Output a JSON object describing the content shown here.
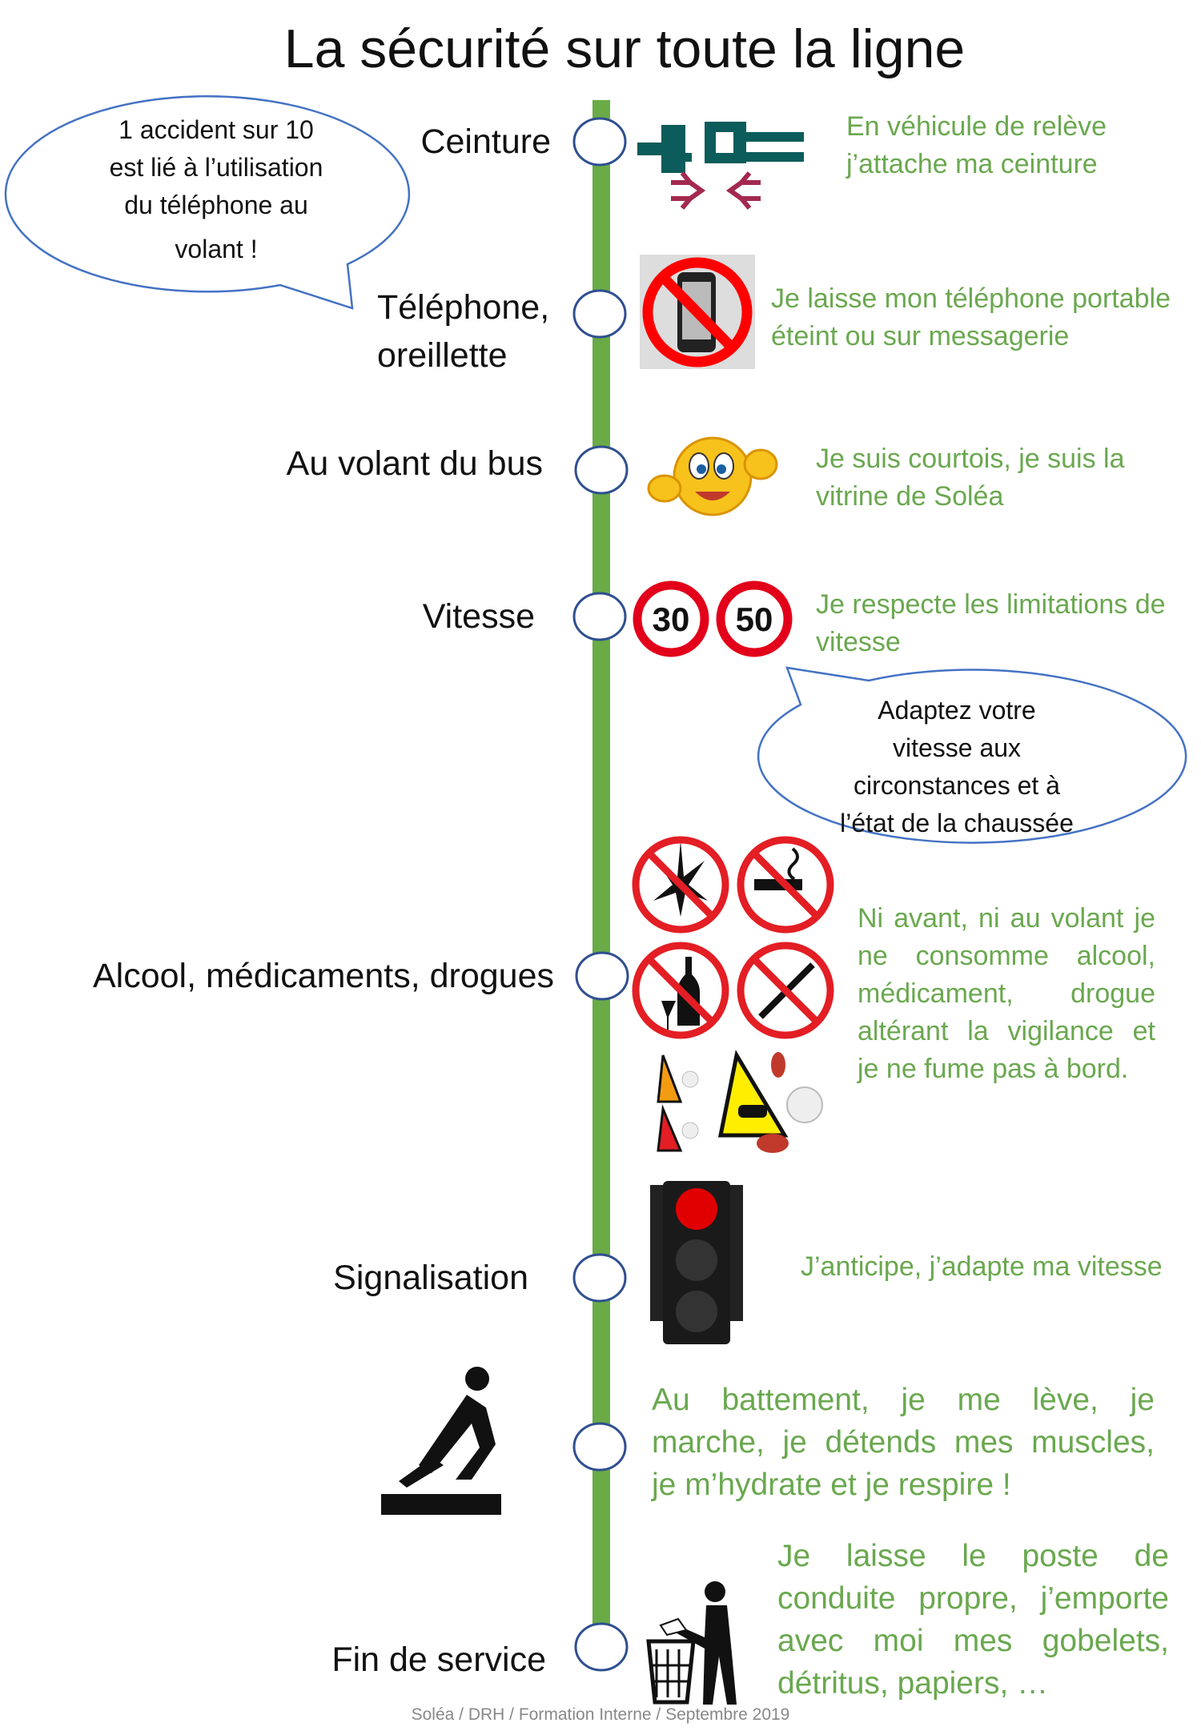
{
  "title": "La sécurité sur toute la ligne",
  "bubble_phone": [
    "1 accident sur 10",
    "est lié à l’utilisation",
    "du téléphone au",
    "volant !"
  ],
  "bubble_speed": [
    "Adaptez votre",
    "vitesse aux",
    "circonstances et à",
    "l’état de la chaussée"
  ],
  "items": [
    {
      "label": "Ceinture",
      "text": [
        "En véhicule de relève",
        "j’attache ma ceinture"
      ],
      "icon": "seatbelt-icon"
    },
    {
      "label": [
        "Téléphone,",
        "oreillette"
      ],
      "text": [
        "Je laisse mon téléphone portable",
        "éteint ou sur messagerie"
      ],
      "icon": "no-phone-icon"
    },
    {
      "label": "Au volant du bus",
      "text": [
        "Je suis courtois, je suis la",
        "vitrine de Soléa"
      ],
      "icon": "thumbs-up-emoji-icon"
    },
    {
      "label": "Vitesse",
      "text": [
        "Je respecte les limitations de",
        "vitesse"
      ],
      "icon": "speed-limit-icon",
      "speed_limits": [
        "30",
        "50"
      ]
    },
    {
      "label": "Alcool, médicaments, drogues",
      "text": [
        "Ni avant, ni au volant je",
        "ne consomme alcool,",
        "médicament, drogue",
        "altérant la vigilance et",
        "je ne fume pas à bord."
      ],
      "icon": "no-drugs-icon"
    },
    {
      "label": "Signalisation",
      "text": [
        "J’anticipe, j’adapte ma vitesse"
      ],
      "icon": "traffic-light-icon"
    },
    {
      "label": "",
      "text": [
        "Au battement, je me lève, je",
        "marche, je détends mes muscles,",
        "je m’hydrate et je respire !"
      ],
      "icon": "stretching-icon"
    },
    {
      "label": "Fin de service",
      "text": [
        "Je laisse le poste de",
        "conduite propre, j’emporte",
        "avec moi mes gobelets,",
        "détritus, papiers, …"
      ],
      "icon": "trash-bin-icon"
    }
  ],
  "footer": "Soléa / DRH / Formation Interne / Septembre 2019",
  "colors": {
    "timeline": "#6aab47",
    "text_green": "#6aa84f",
    "bubble_border": "#4472c4",
    "circle_border": "#2f4f8f"
  }
}
